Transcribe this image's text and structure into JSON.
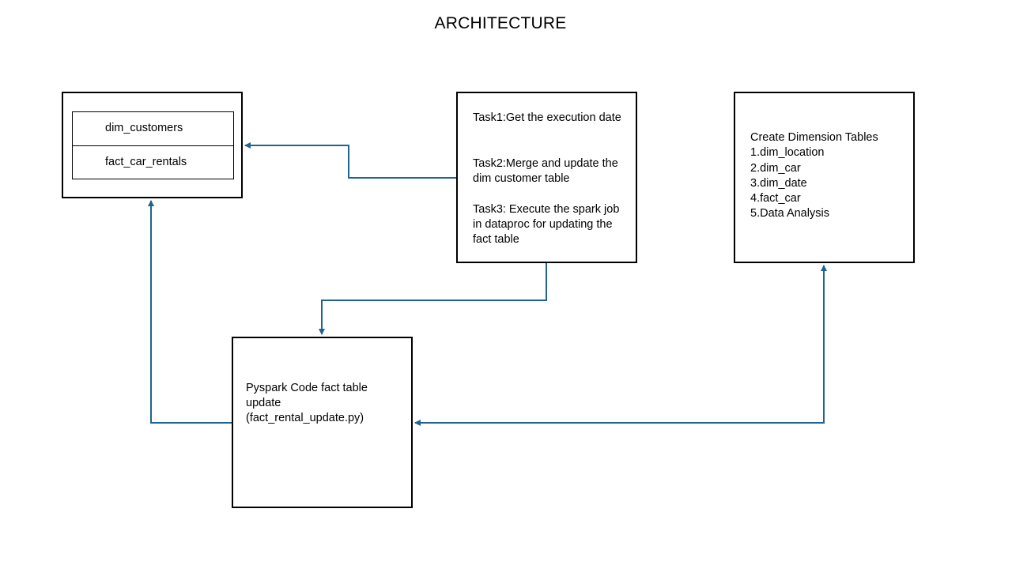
{
  "title": "ARCHITECTURE",
  "tables_box": {
    "rows": [
      "dim_customers",
      "fact_car_rentals"
    ]
  },
  "tasks_box": {
    "task1": "Task1:Get the execution date",
    "task2": "Task2:Merge and update the dim customer table",
    "task3": "Task3: Execute the spark job in dataproc for updating the fact table"
  },
  "dims_box": {
    "heading": "Create Dimension Tables",
    "items": [
      "1.dim_location",
      "2.dim_car",
      "3.dim_date",
      "4.fact_car",
      "5.Data Analysis"
    ]
  },
  "pyspark_box": {
    "line1": "Pyspark Code fact table update",
    "line2": "(fact_rental_update.py)"
  },
  "colors": {
    "connector": "#1F6391",
    "border": "#000000"
  }
}
